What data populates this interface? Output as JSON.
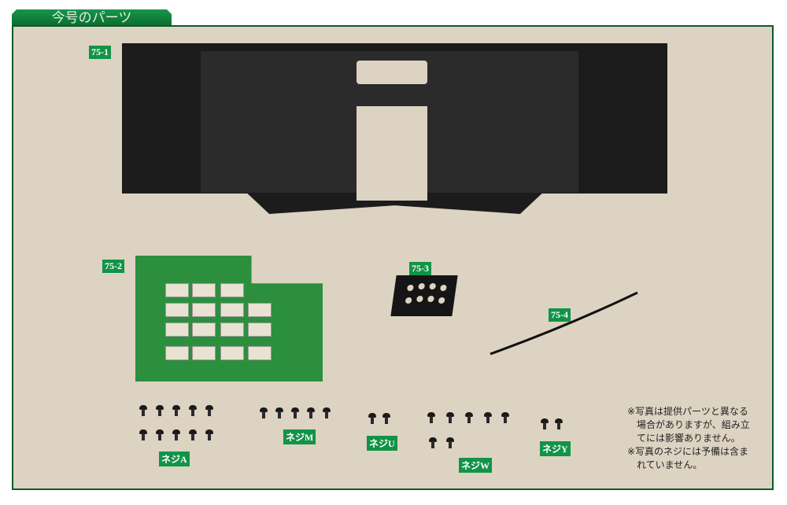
{
  "header": {
    "title": "今号のパーツ"
  },
  "parts": {
    "p1": "75-1",
    "p2": "75-2",
    "p3": "75-3",
    "p4": "75-4"
  },
  "screws": {
    "a": "ネジA",
    "m": "ネジM",
    "u": "ネジU",
    "w": "ネジW",
    "y": "ネジY"
  },
  "note": {
    "line1": "※写真は提供パーツと異なる",
    "line2": "場合がありますが、組み立",
    "line3": "てには影響ありません。",
    "line4": "※写真のネジには予備は含ま",
    "line5": "れていません。"
  }
}
